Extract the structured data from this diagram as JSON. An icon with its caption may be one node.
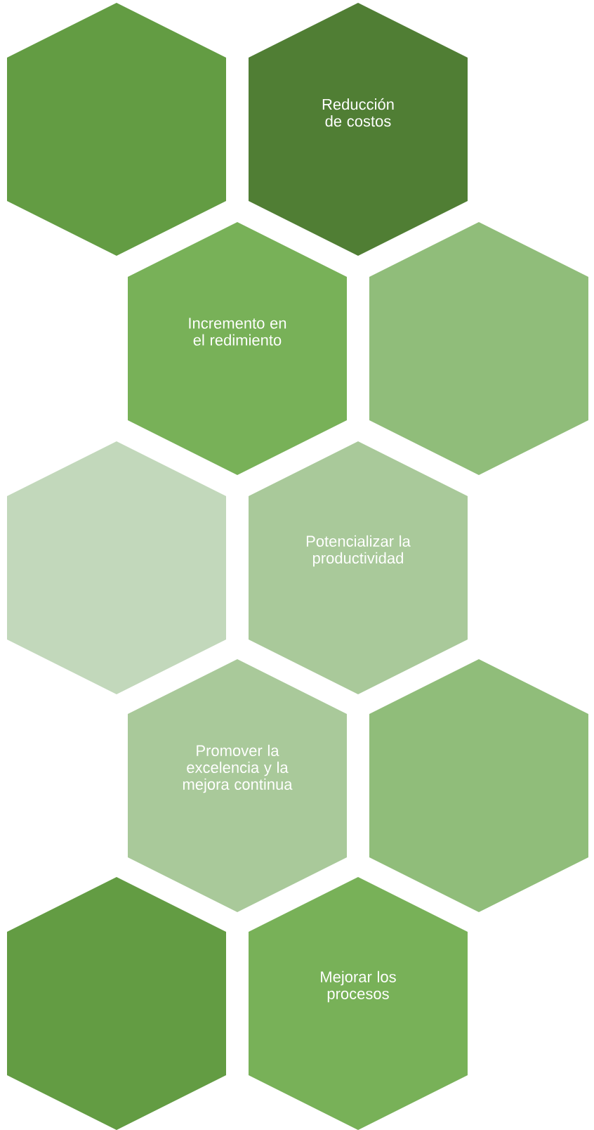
{
  "diagram": {
    "nodes": [
      {
        "text": [],
        "shape": "hexagon"
      },
      {
        "text": [
          "Reducción de costos"
        ]
      },
      {
        "text": [
          "Incremento en el redimiento"
        ]
      },
      {
        "text": [],
        "shape": "hexagon"
      },
      {
        "text": [],
        "shape": "hexagon"
      },
      {
        "text": [
          "Potencializar la productividad"
        ]
      },
      {
        "text": [
          "Promover la excelencia y la mejora continua"
        ]
      },
      {
        "text": [],
        "shape": "hexagon"
      },
      {
        "text": [],
        "shape": "hexagon"
      },
      {
        "text": [
          "Mejorar los procesos"
        ]
      }
    ]
  }
}
